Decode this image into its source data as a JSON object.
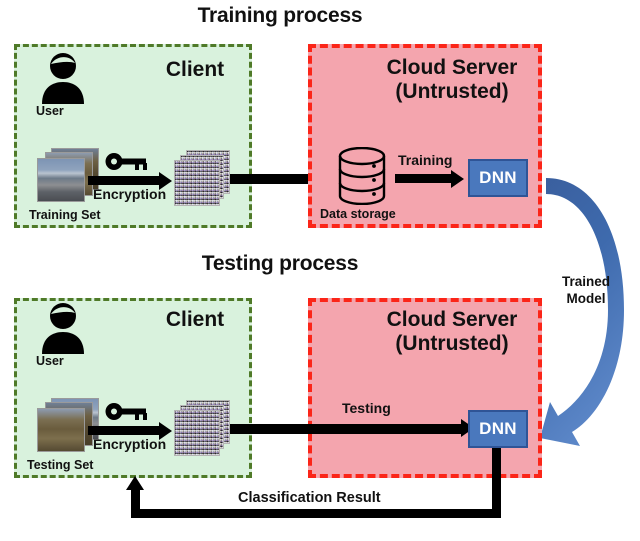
{
  "diagram": {
    "title_training": "Training process",
    "title_testing": "Testing process",
    "colors": {
      "client_fill": "#d9f2dd",
      "client_border": "#4f7a28",
      "server_fill": "#f4a5ae",
      "server_border": "#fb2518",
      "dnn_fill": "#4a78bd",
      "dnn_border": "#2f5496",
      "arrow_black": "#000000",
      "curved_arrow_blue": "#3f6cab"
    }
  },
  "training": {
    "client": {
      "title": "Client",
      "user_label": "User",
      "dataset_label": "Training Set",
      "encryption_label": "Encryption",
      "user_icon": "user-avatar-icon",
      "key_icon": "key-icon",
      "dataset_icon": "photo-stack-icon",
      "encrypted_icon": "encrypted-noise-stack-icon"
    },
    "server": {
      "title_line1": "Cloud Server",
      "title_line2": "(Untrusted)",
      "storage_label": "Data storage",
      "storage_icon": "database-cylinder-icon",
      "process_label": "Training",
      "model_label": "DNN"
    }
  },
  "testing": {
    "client": {
      "title": "Client",
      "user_label": "User",
      "dataset_label": "Testing Set",
      "encryption_label": "Encryption",
      "user_icon": "user-avatar-icon",
      "key_icon": "key-icon",
      "dataset_icon": "photo-stack-icon",
      "encrypted_icon": "encrypted-noise-stack-icon"
    },
    "server": {
      "title_line1": "Cloud Server",
      "title_line2": "(Untrusted)",
      "process_label": "Testing",
      "model_label": "DNN"
    }
  },
  "flows": {
    "trained_model_line1": "Trained",
    "trained_model_line2": "Model",
    "classification_result": "Classification Result"
  }
}
